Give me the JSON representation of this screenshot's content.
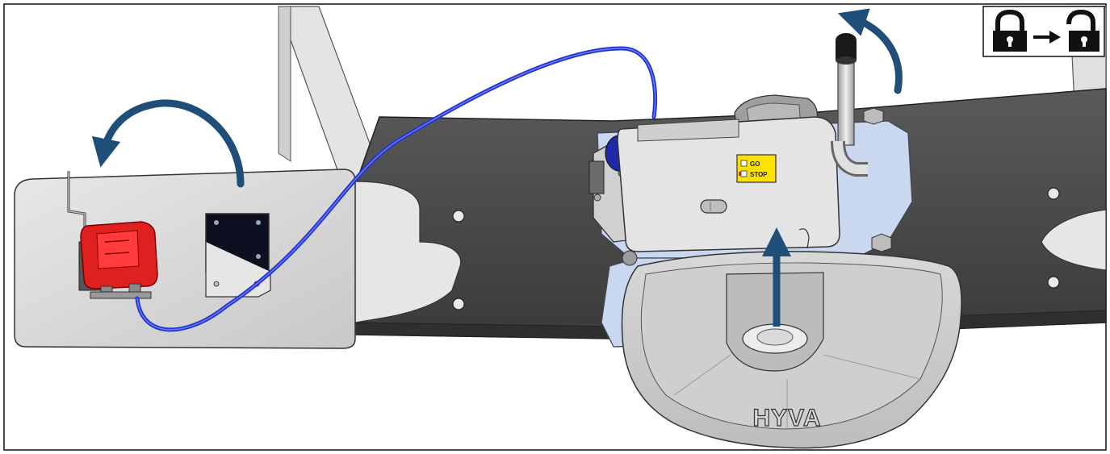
{
  "indicator": {
    "go_label": "GO",
    "stop_label": "STOP"
  },
  "brand": {
    "logo_text": "HYVA"
  },
  "legend": {
    "icons": [
      "lock-closed-icon",
      "arrow-right-icon",
      "lock-open-icon"
    ]
  },
  "colors": {
    "arrow": "#1f4e79",
    "hose": "#2233cc",
    "valve_red": "#e01f1f",
    "beam": "#4a4a4a",
    "plate": "#dcdcdc",
    "indicator_yellow": "#ffe100",
    "hitch_blue": "#c9d8ef"
  }
}
